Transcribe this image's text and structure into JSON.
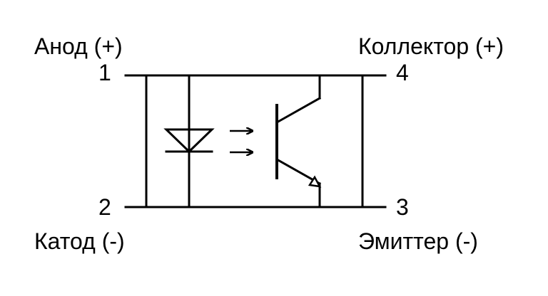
{
  "labels": {
    "anode": "Анод (+)",
    "cathode": "Катод (-)",
    "collector": "Коллектор (+)",
    "emitter": "Эмиттер (-)"
  },
  "pins": {
    "p1": "1",
    "p2": "2",
    "p3": "3",
    "p4": "4"
  },
  "colors": {
    "stroke": "#000000",
    "background": "#ffffff"
  },
  "icons": {
    "led": "led-diode-icon",
    "light": "light-arrows-icon",
    "transistor": "phototransistor-icon"
  }
}
